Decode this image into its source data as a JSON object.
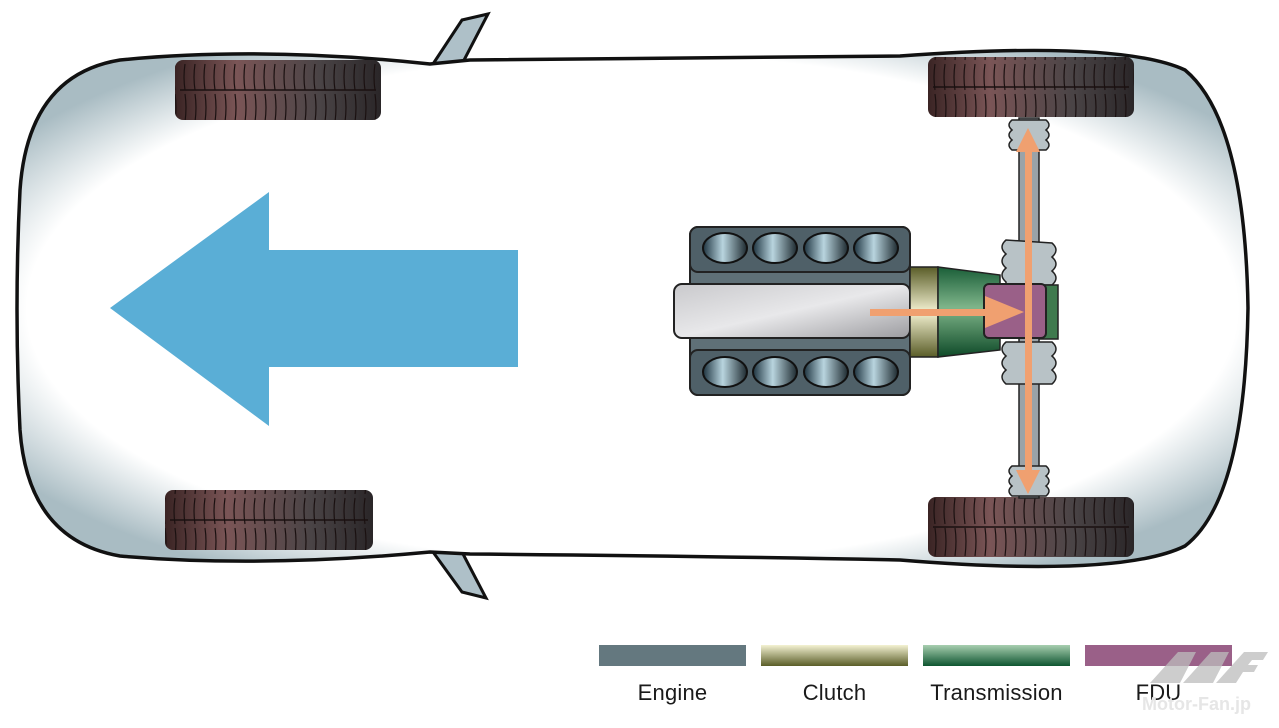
{
  "diagram": {
    "title": "Front-engine rear-wheel-drive layout (top view)",
    "direction_of_travel": "left",
    "arrow_color": "#5aaed6",
    "power_flow_color": "#f0a070",
    "components": [
      "engine",
      "clutch",
      "transmission",
      "fdu",
      "drive-shafts",
      "wheels"
    ]
  },
  "legend": {
    "items": [
      {
        "label": "Engine",
        "color": "#64787f"
      },
      {
        "label": "Clutch",
        "color_top": "#f4f2d2",
        "color_bottom": "#5a5d28"
      },
      {
        "label": "Transmission",
        "color_top": "#a8cfb0",
        "color_bottom": "#0e5530"
      },
      {
        "label": "FDU",
        "color": "#9a6088"
      }
    ]
  },
  "watermark": {
    "text": "Motor-Fan.jp"
  }
}
